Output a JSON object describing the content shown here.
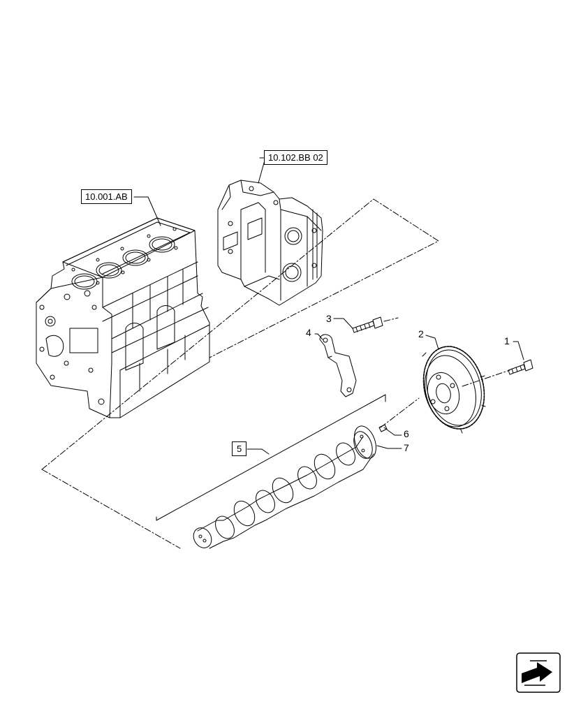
{
  "references": {
    "engine_block": "10.001.AB",
    "timing_cover": "10.102.BB 02"
  },
  "callouts": {
    "c1": "1",
    "c2": "2",
    "c3": "3",
    "c4": "4",
    "c5": "5",
    "c6": "6",
    "c7": "7"
  },
  "icons": {
    "nav": "return-arrow-icon"
  },
  "colors": {
    "line": "#000000",
    "background": "#ffffff"
  }
}
